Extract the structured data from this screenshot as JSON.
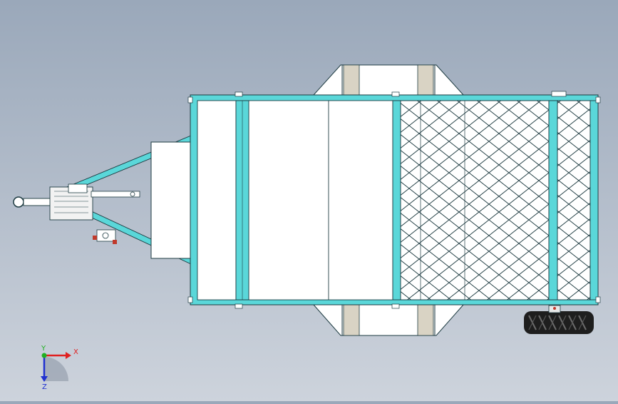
{
  "view": {
    "background_top": "#9aa8ba",
    "background_bottom": "#cdd3dc"
  },
  "model": {
    "frame_color": "#5ad7d9",
    "outline_color": "#1c3a40",
    "panel_color": "#ffffff",
    "wheel_well_color": "#d9d3c4",
    "tyre_color": "#1e1e1e",
    "detail_color": "#c0392b"
  },
  "triad": {
    "x_label": "X",
    "y_label": "Y",
    "z_label": "Z",
    "x_color": "#e02020",
    "y_color": "#20b020",
    "z_color": "#2030d0"
  }
}
